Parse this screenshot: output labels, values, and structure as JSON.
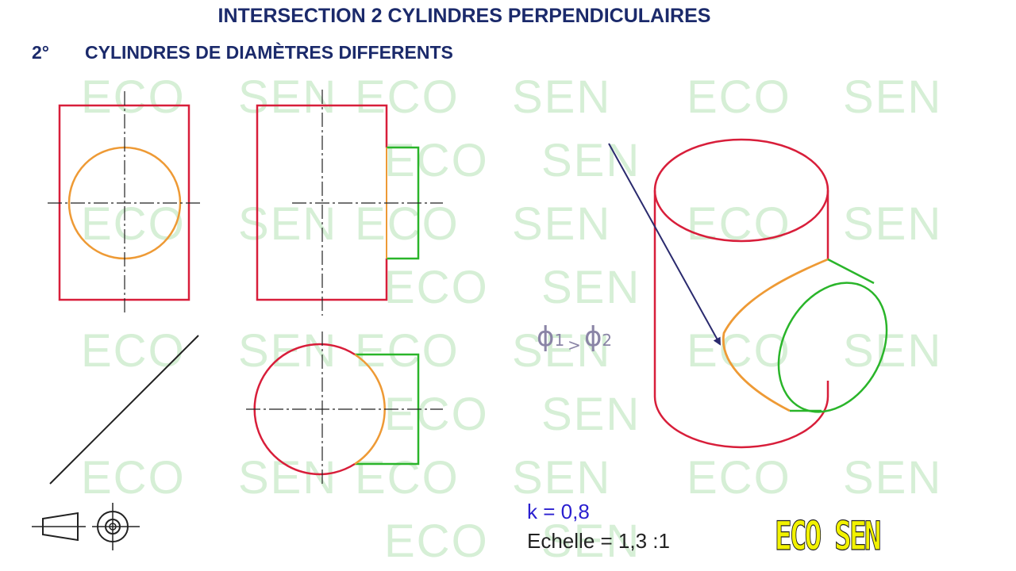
{
  "header": {
    "title": "INTERSECTION 2 CYLINDRES PERPENDICULAIRES",
    "section_number": "2°",
    "section_title": "CYLINDRES DE DIAMÈTRES DIFFERENTS"
  },
  "watermark": {
    "items": [
      "ECO",
      "SEN",
      "ECO",
      "SEN",
      "ECO",
      "SEN",
      "ECO",
      "SEN",
      "ECO",
      "SEN",
      "ECO",
      "SEN",
      "ECO",
      "SEN",
      "ECO",
      "SEN",
      "ECO",
      "SEN",
      "ECO",
      "SEN",
      "ECO",
      "SEN",
      "ECO",
      "SEN",
      "ECO",
      "SEN",
      "ECO",
      "SEN",
      "ECO",
      "SEN",
      "ECO",
      "SEN"
    ]
  },
  "formula": {
    "symbol_1": "ϕ",
    "index_1": "1",
    "relation": ">",
    "symbol_2": "ϕ",
    "index_2": "2"
  },
  "annotations": {
    "k_value": "k = 0,8",
    "scale": "Echelle = 1,3 :1"
  },
  "logo": {
    "text": "ECO SEN"
  },
  "colors": {
    "vertical_cylinder": "#d81e3a",
    "horizontal_cylinder": "#2ab52a",
    "intersection_curve": "#ee9a35",
    "arrow": "#2a2a6e",
    "title": "#1b2a6b",
    "watermark": "#d6efd6",
    "k_text": "#2a1fd0",
    "logo_fill": "#f2f200"
  },
  "icons": {
    "projection_symbol": "first-angle-projection-icon"
  }
}
